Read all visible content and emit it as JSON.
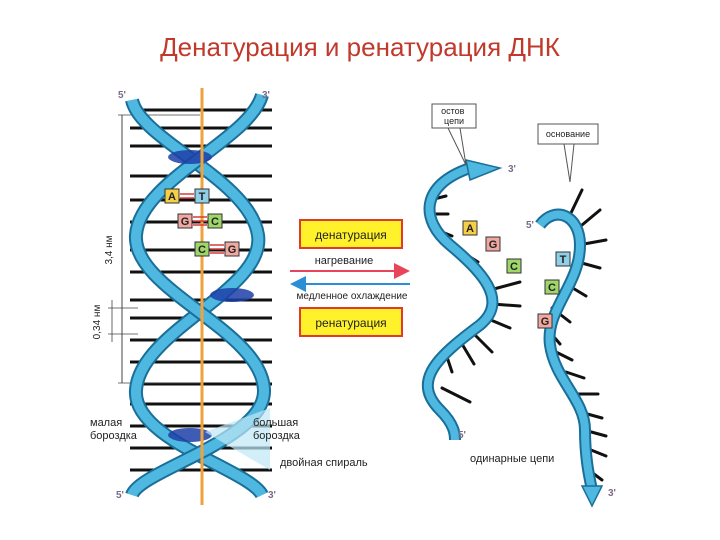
{
  "title": "Денатурация и ренатурация ДНК",
  "primes": {
    "five": "5'",
    "three": "3'"
  },
  "pitch_label": "3,4 нм",
  "rise_label": "0,34 нм",
  "bases": {
    "A": "A",
    "T": "T",
    "G": "G",
    "C": "C"
  },
  "minor_groove": [
    "малая",
    "бороздка"
  ],
  "major_groove": [
    "большая",
    "бороздка"
  ],
  "double_helix": "двойная спираль",
  "denaturation": "денатурация",
  "heating": "нагревание",
  "slow_cooling": "медленное охлаждение",
  "renaturation": "ренатурация",
  "backbone_callout": [
    "остов",
    "цепи"
  ],
  "base_callout": "основание",
  "single_strands": "одинарные цепи",
  "colors": {
    "title": "#c0392b",
    "strand": "#4fb8e0",
    "strand_edge": "#1a6f99",
    "axis": "#f0a23c",
    "box_yellow": "#fff22a",
    "box_red": "#e23a2a",
    "arrow_red": "#e8455a",
    "arrow_blue": "#2a8fd6",
    "base_A": "#f5d046",
    "base_T": "#8fcfe8",
    "base_G": "#f0a8a0",
    "base_C": "#9ed66a"
  }
}
